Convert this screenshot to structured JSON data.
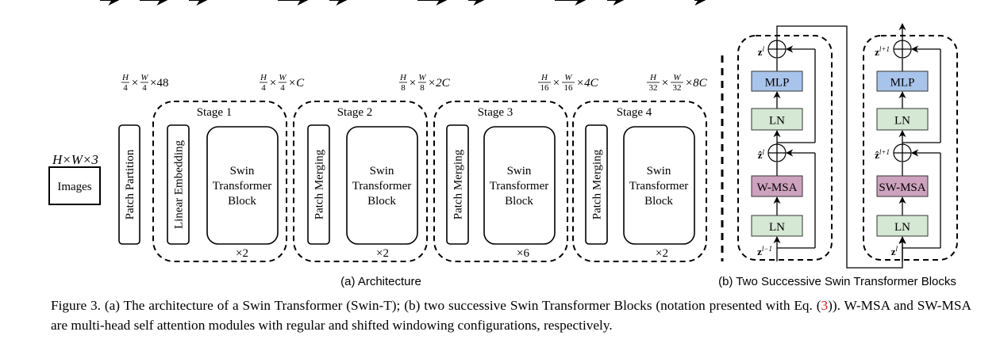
{
  "architecture": {
    "input_dim": "H×W×3",
    "images_label": "Images",
    "patch_partition_label": "Patch Partition",
    "linear_embedding_label": "Linear Embedding",
    "patch_merging_label": "Patch Merging",
    "swin_block_lines": [
      "Swin",
      "Transformer",
      "Block"
    ],
    "dims": [
      {
        "n1": "H",
        "d1": "4",
        "n2": "W",
        "d2": "4",
        "ch": "48"
      },
      {
        "n1": "H",
        "d1": "4",
        "n2": "W",
        "d2": "4",
        "ch": "C"
      },
      {
        "n1": "H",
        "d1": "8",
        "n2": "W",
        "d2": "8",
        "ch": "2C"
      },
      {
        "n1": "H",
        "d1": "16",
        "n2": "W",
        "d2": "16",
        "ch": "4C"
      },
      {
        "n1": "H",
        "d1": "32",
        "n2": "W",
        "d2": "32",
        "ch": "8C"
      }
    ],
    "stages": [
      {
        "label": "Stage 1",
        "repeat": "×2"
      },
      {
        "label": "Stage 2",
        "repeat": "×2"
      },
      {
        "label": "Stage 3",
        "repeat": "×6"
      },
      {
        "label": "Stage 4",
        "repeat": "×2"
      }
    ],
    "subcaption": "(a) Architecture"
  },
  "blocks": {
    "left": {
      "mlp": "MLP",
      "ln_top": "LN",
      "msa": "W-MSA",
      "ln_bottom": "LN",
      "out": "z",
      "out_sup": "l",
      "mid": "ẑ",
      "mid_sup": "l",
      "in": "z",
      "in_sup": "l−1"
    },
    "right": {
      "mlp": "MLP",
      "ln_top": "LN",
      "msa": "SW-MSA",
      "ln_bottom": "LN",
      "out": "z",
      "out_sup": "l+1",
      "mid": "ẑ",
      "mid_sup": "l+1",
      "in": "z",
      "in_sup": "l"
    },
    "subcaption": "(b) Two Successive Swin Transformer Blocks",
    "colors": {
      "mlp": "#a9c4eb",
      "ln": "#d5e8d4",
      "msa": "#cda2be"
    }
  },
  "caption": {
    "text_1": "Figure 3. (a) The architecture of a Swin Transformer (Swin-T); (b) two successive Swin Transformer Blocks (notation presented with Eq. (",
    "ref": "3",
    "text_2": ")). W-MSA and SW-MSA are multi-head self attention modules with regular and shifted windowing configurations, respectively."
  }
}
